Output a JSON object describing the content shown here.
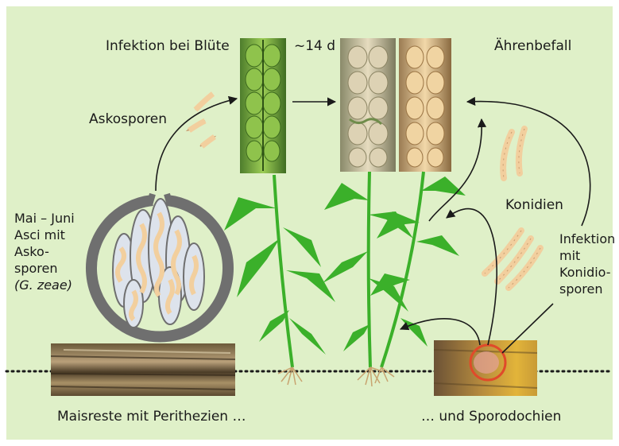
{
  "labels": {
    "infection_flowering": "Infektion bei Blüte",
    "days": "~14 d",
    "head_blight": "Ährenbefall",
    "ascospores": "Askosporen",
    "conidia": "Konidien",
    "season_lines": [
      "Mai – Juni",
      "Asci mit",
      "Asko-",
      "sporen",
      "(G. zeae)"
    ],
    "conidio_lines": [
      "Infektion",
      "mit",
      "Konidio-",
      "sporen"
    ],
    "maize_residue": "Maisreste mit Perithezien …",
    "sporodochia": "… und Sporodochien"
  },
  "colors": {
    "background": "#dff0c8",
    "plant_green": "#3bb02a",
    "spore_fill": "#f6dcc0",
    "spore_outline": "#c79a6e",
    "perithecium": "#6f6f6f",
    "arrow": "#1a1a1a",
    "highlight_ring": "#e04a2a"
  }
}
